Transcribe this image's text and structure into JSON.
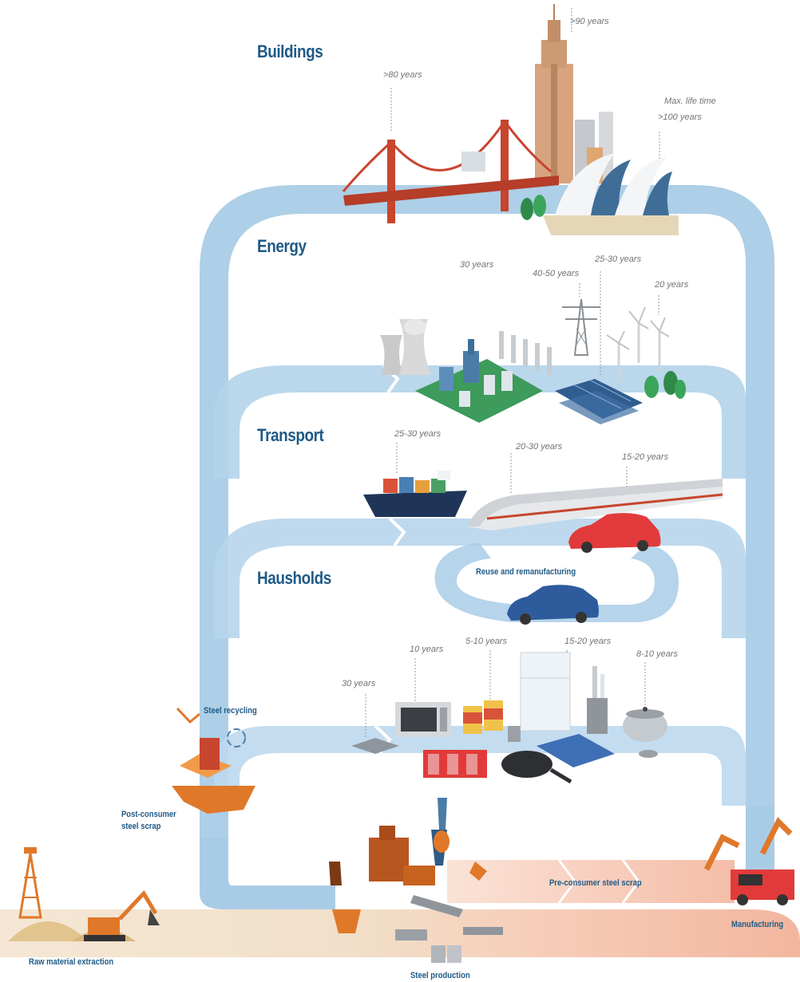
{
  "colors": {
    "flow_blue": "#a9cce6",
    "flow_blue_dark": "#7fb0d8",
    "flow_beige": "#f1dcc0",
    "flow_salmon": "#f4b9a0",
    "title_blue": "#1f5a87",
    "label_grey": "#6f7478",
    "steel_orange": "#e0782a"
  },
  "sections": {
    "buildings": "Buildings",
    "energy": "Energy",
    "transport": "Transport",
    "households": "Hausholds"
  },
  "lifetimes": {
    "bridge": ">80 years",
    "skyscraper": ">90 years",
    "max_label": "Max. life time",
    "opera": ">100 years",
    "power_plant": "30 years",
    "pylon": "40-50 years",
    "solar": "25-30 years",
    "wind": "20 years",
    "ship": "25-30 years",
    "train": "20-30 years",
    "car": "15-20 years",
    "tray": "30 years",
    "microwave": "10 years",
    "cans": "5-10 years",
    "fridge": "15-20 years",
    "pot": "8-10 years"
  },
  "flows": {
    "reuse": "Reuse and remanufacturing",
    "recycling": "Steel recycling",
    "post_consumer": [
      "Post-consumer",
      "steel scrap"
    ],
    "pre_consumer": "Pre-consumer steel scrap",
    "manufacturing": "Manufacturing",
    "raw_material": "Raw material extraction",
    "steel_production": "Steel production"
  },
  "icons": [
    "bridge-icon",
    "skyscraper-icon",
    "opera-house-icon",
    "tree-icon",
    "cooling-tower-icon",
    "refinery-icon",
    "power-pylon-icon",
    "solar-panel-icon",
    "wind-turbine-icon",
    "container-ship-icon",
    "high-speed-train-icon",
    "car-icon",
    "microwave-icon",
    "food-can-icon",
    "refrigerator-icon",
    "utensil-holder-icon",
    "cooking-pot-icon",
    "frying-pan-icon",
    "baking-tray-icon",
    "scrap-bin-icon",
    "recycle-icon",
    "oil-rig-icon",
    "excavator-icon",
    "steel-mill-icon",
    "robot-arm-icon",
    "steel-coil-icon"
  ]
}
